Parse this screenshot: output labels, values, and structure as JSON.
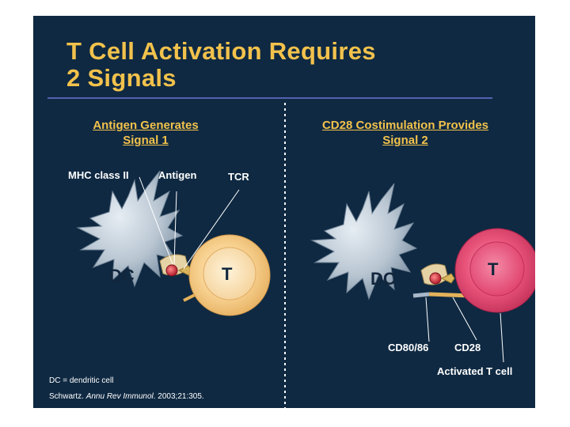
{
  "title": {
    "line1": "T Cell Activation Requires",
    "line2": "2 Signals"
  },
  "left_panel": {
    "heading_line1": "Antigen Generates",
    "heading_line2": "Signal 1",
    "labels": {
      "mhc": "MHC class II",
      "antigen": "Antigen",
      "tcr": "TCR",
      "dc": "DC",
      "t": "T"
    }
  },
  "right_panel": {
    "heading_line1": "CD28 Costimulation Provides",
    "heading_line2": "Signal 2",
    "labels": {
      "dc": "DC",
      "t": "T",
      "cd80_86": "CD80/86",
      "cd28": "CD28",
      "activated": "Activated T cell"
    }
  },
  "footnote": {
    "definition": "DC = dendritic cell",
    "author": "Schwartz.",
    "journal": "Annu Rev Immunol",
    "citation": ". 2003;21:305."
  },
  "colors": {
    "background": "#0f2942",
    "title": "#f2c24c",
    "dendritic_cell": "#b9c6d2",
    "naive_t_cell": "#f7d190",
    "activated_t_cell": "#e8537a",
    "receptor": "#e5d3a6"
  }
}
